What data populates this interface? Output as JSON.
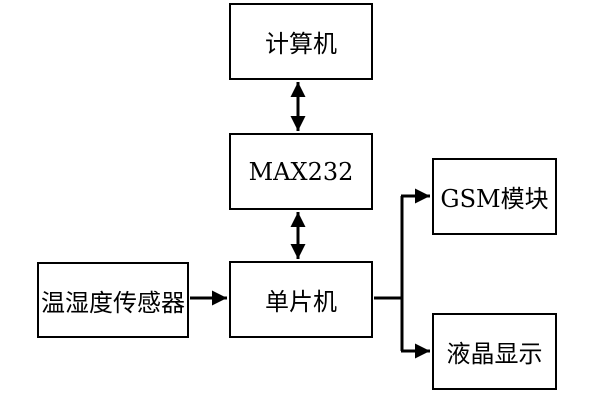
{
  "diagram": {
    "nodes": {
      "computer": "计算机",
      "max232": "MAX232",
      "mcu": "单片机",
      "sensor": "温湿度传感器",
      "gsm": "GSM模块",
      "lcd": "液晶显示"
    },
    "edges": [
      {
        "from": "computer",
        "to": "max232",
        "direction": "both"
      },
      {
        "from": "max232",
        "to": "mcu",
        "direction": "both"
      },
      {
        "from": "sensor",
        "to": "mcu",
        "direction": "forward"
      },
      {
        "from": "mcu",
        "to": "gsm",
        "direction": "forward"
      },
      {
        "from": "mcu",
        "to": "lcd",
        "direction": "forward"
      }
    ],
    "colors": {
      "stroke": "#000000",
      "fill": "#ffffff",
      "text": "#000000"
    }
  }
}
